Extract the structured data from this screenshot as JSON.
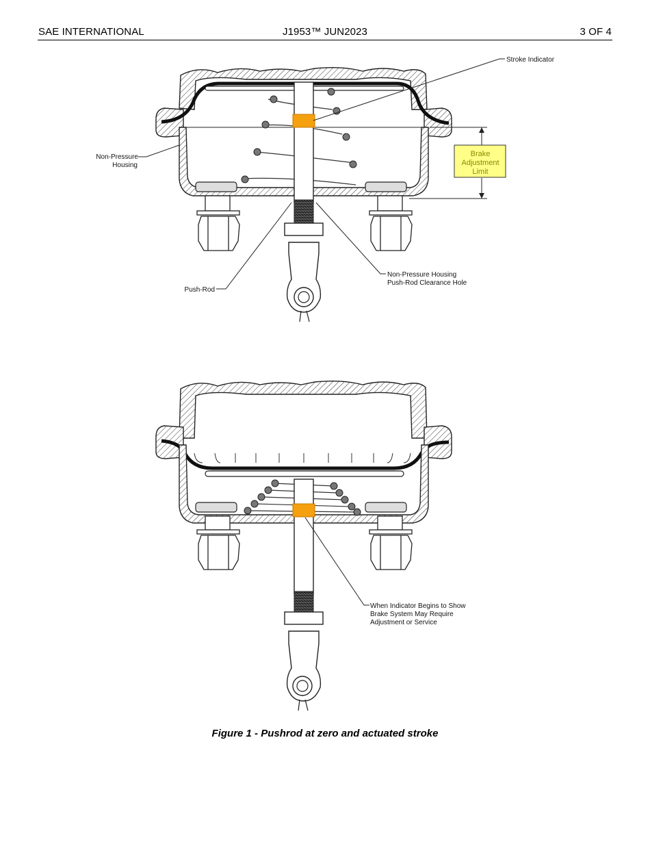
{
  "header": {
    "left": "SAE INTERNATIONAL",
    "center": "J1953™ JUN2023",
    "right": "3 OF 4"
  },
  "figure_top": {
    "stroke_indicator": "Stroke Indicator",
    "non_pressure_housing": [
      "Non-Pressure",
      "Housing"
    ],
    "brake_adjustment_limit": [
      "Brake",
      "Adjustment",
      "Limit"
    ],
    "push_rod": "Push-Rod",
    "clearance_hole": [
      "Non-Pressure Housing",
      "Push-Rod Clearance Hole"
    ]
  },
  "figure_bottom": {
    "indicator_note": [
      "When Indicator Begins to Show",
      "Brake System May Require",
      "Adjustment or Service"
    ]
  },
  "caption": "Figure 1 - Pushrod at zero and actuated stroke",
  "colors": {
    "indicator": "#f5a00f",
    "limit_box_fill": "#ffff88",
    "limit_box_text": "#8a8a00"
  }
}
